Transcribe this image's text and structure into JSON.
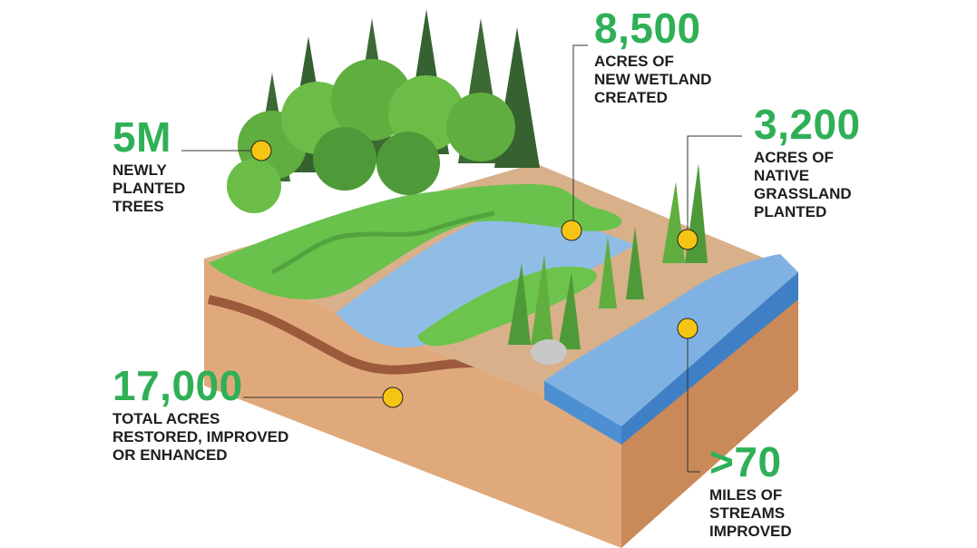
{
  "colors": {
    "stat_number": "#2fb056",
    "stat_label": "#1e1e1e",
    "marker": "#f6c514",
    "grass": "#66c24a",
    "water": "#8db9e4",
    "soil": "#d9a47a",
    "forest": "#3f7a3a"
  },
  "stats": [
    {
      "id": "trees",
      "value": "5M",
      "label": [
        "NEWLY",
        "PLANTED",
        "TREES"
      ]
    },
    {
      "id": "wetland",
      "value": "8,500",
      "label": [
        "ACRES OF",
        "NEW WETLAND",
        "CREATED"
      ]
    },
    {
      "id": "grassland",
      "value": "3,200",
      "label": [
        "ACRES OF",
        "NATIVE",
        "GRASSLAND",
        "PLANTED"
      ]
    },
    {
      "id": "acres",
      "value": "17,000",
      "label": [
        "TOTAL ACRES",
        "RESTORED, IMPROVED",
        "OR ENHANCED"
      ]
    },
    {
      "id": "streams",
      "value": ">70",
      "label": [
        "MILES OF",
        "STREAMS",
        "IMPROVED"
      ]
    }
  ]
}
